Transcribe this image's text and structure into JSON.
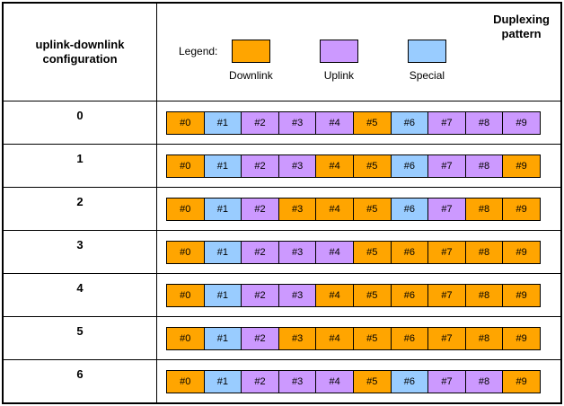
{
  "header": {
    "left_title_line1": "uplink-downlink",
    "left_title_line2": "configuration",
    "right_title_line1": "Duplexing",
    "right_title_line2": "pattern"
  },
  "legend": {
    "label": "Legend:",
    "items": [
      {
        "label": "Downlink",
        "type": "D"
      },
      {
        "label": "Uplink",
        "type": "U"
      },
      {
        "label": "Special",
        "type": "S"
      }
    ]
  },
  "colors": {
    "D": "#FFA500",
    "U": "#CC99FF",
    "S": "#99CCFF",
    "border": "#000000"
  },
  "subframe_labels": [
    "#0",
    "#1",
    "#2",
    "#3",
    "#4",
    "#5",
    "#6",
    "#7",
    "#8",
    "#9"
  ],
  "rows": [
    {
      "config": "0",
      "pattern": [
        "D",
        "S",
        "U",
        "U",
        "U",
        "D",
        "S",
        "U",
        "U",
        "U"
      ]
    },
    {
      "config": "1",
      "pattern": [
        "D",
        "S",
        "U",
        "U",
        "D",
        "D",
        "S",
        "U",
        "U",
        "D"
      ]
    },
    {
      "config": "2",
      "pattern": [
        "D",
        "S",
        "U",
        "D",
        "D",
        "D",
        "S",
        "U",
        "D",
        "D"
      ]
    },
    {
      "config": "3",
      "pattern": [
        "D",
        "S",
        "U",
        "U",
        "U",
        "D",
        "D",
        "D",
        "D",
        "D"
      ]
    },
    {
      "config": "4",
      "pattern": [
        "D",
        "S",
        "U",
        "U",
        "D",
        "D",
        "D",
        "D",
        "D",
        "D"
      ]
    },
    {
      "config": "5",
      "pattern": [
        "D",
        "S",
        "U",
        "D",
        "D",
        "D",
        "D",
        "D",
        "D",
        "D"
      ]
    },
    {
      "config": "6",
      "pattern": [
        "D",
        "S",
        "U",
        "U",
        "U",
        "D",
        "S",
        "U",
        "U",
        "D"
      ]
    }
  ]
}
